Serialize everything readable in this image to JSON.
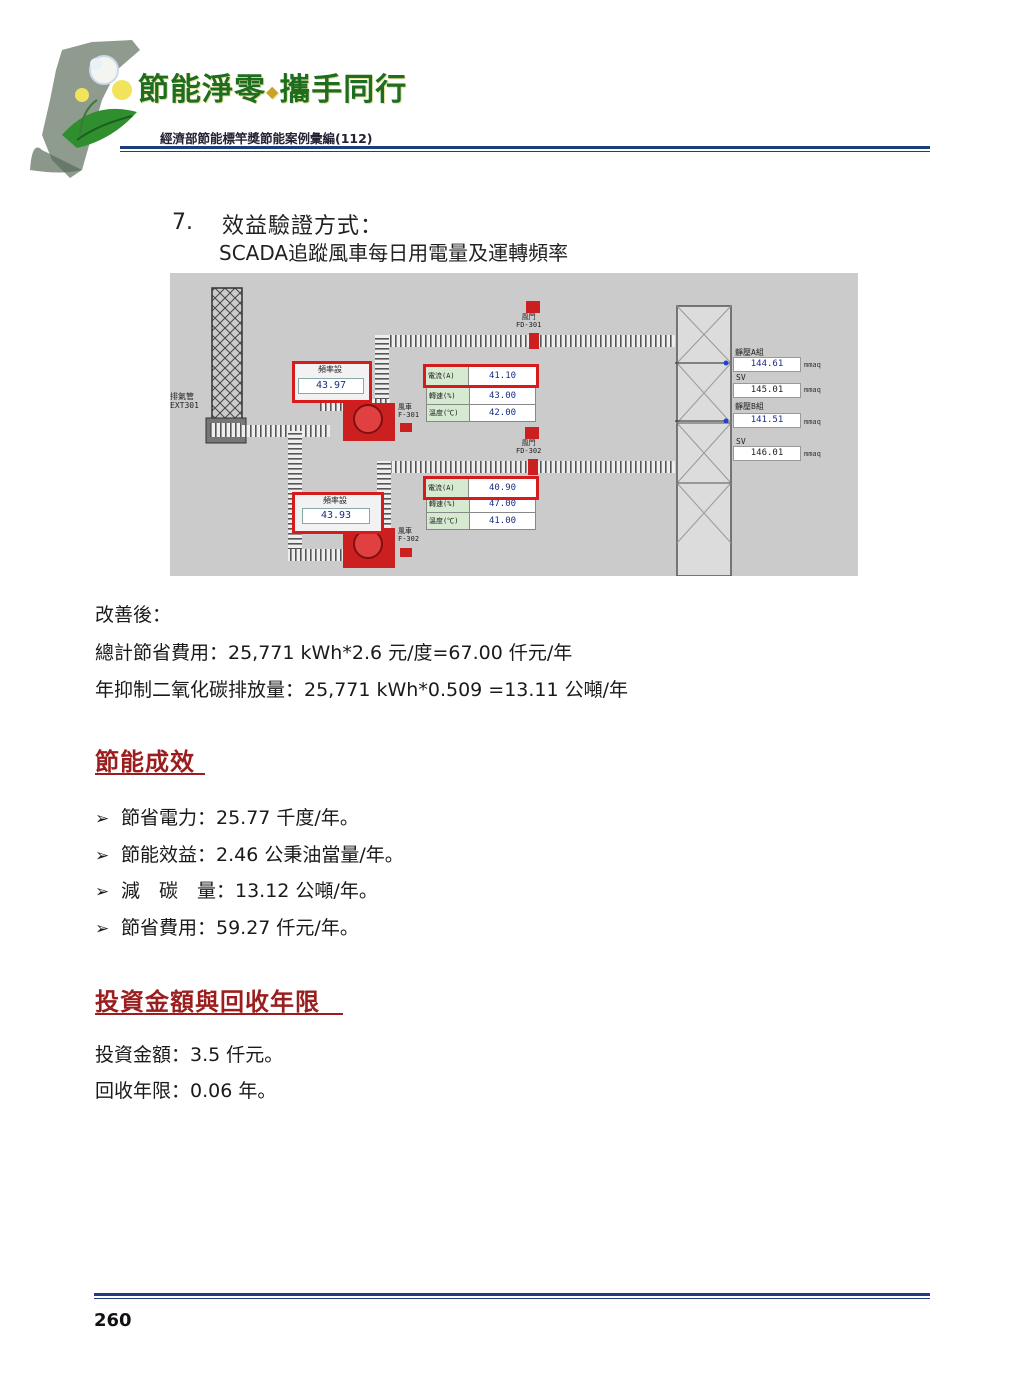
{
  "header": {
    "title": "節能淨零",
    "title_dot": "◆",
    "title2": "攜手同行",
    "subtitle": "經濟部節能標竿獎節能案例彙編(112)"
  },
  "section7": {
    "number": "7.",
    "title": "效益驗證方式：",
    "subtitle": "SCADA追蹤風車每日用電量及運轉頻率"
  },
  "scada": {
    "exhaust_label": "排氣管",
    "exhaust_id": "EXT301",
    "fan1": {
      "freq_label": "頻率設",
      "freq_value": "43.97",
      "damper_label": "風門",
      "damper_id": "FD-301",
      "fan_label": "風車",
      "fan_id": "F-301",
      "rows": [
        {
          "label": "電流(A)",
          "value": "41.10"
        },
        {
          "label": "轉速(%)",
          "value": "43.00"
        },
        {
          "label": "溫度(℃)",
          "value": "42.00"
        }
      ]
    },
    "fan2": {
      "freq_label": "頻率設",
      "freq_value": "43.93",
      "damper_label": "風門",
      "damper_id": "FD-302",
      "fan_label": "風車",
      "fan_id": "F-302",
      "rows": [
        {
          "label": "電流(A)",
          "value": "40.90"
        },
        {
          "label": "轉速(%)",
          "value": "47.00"
        },
        {
          "label": "溫度(℃)",
          "value": "41.00"
        }
      ]
    },
    "pressure": {
      "a_label": "靜壓A組",
      "a_pv": "144.61",
      "a_sv_label": "SV",
      "a_sv": "145.01",
      "b_label": "靜壓B組",
      "b_pv": "141.51",
      "b_sv_label": "SV",
      "b_sv": "146.01",
      "unit": "mmaq"
    }
  },
  "improvement": {
    "label": "改善後：",
    "line1": "總計節省費用：25,771 kWh*2.6 元/度=67.00 仟元/年",
    "line2": "年抑制二氧化碳排放量：25,771 kWh*0.509 =13.11 公噸/年"
  },
  "results": {
    "heading": "節能成效",
    "bullet": "➢",
    "items": [
      "節省電力：25.77 千度/年。",
      "節能效益：2.46 公秉油當量/年。",
      "減　碳　量：13.12 公噸/年。",
      "節省費用：59.27 仟元/年。"
    ]
  },
  "investment": {
    "heading": "投資金額與回收年限",
    "line1": "投資金額：3.5 仟元。",
    "line2": "回收年限：0.06 年。"
  },
  "footer": {
    "page_number": "260"
  }
}
